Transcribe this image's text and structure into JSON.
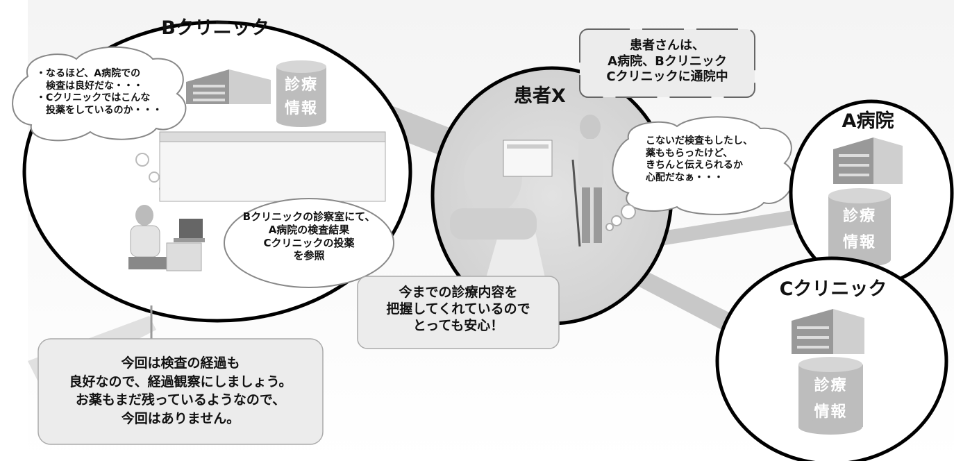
{
  "diagram": {
    "clinic_b": {
      "title": "Bクリニック",
      "thought_bubble_lines": [
        "・なるほど、A病院での",
        "検査は良好だな・・・",
        "・Cクリニックではこんな",
        "投薬をしているのか・・・"
      ],
      "db_label_lines": [
        "診療",
        "情報"
      ],
      "speech_lines": [
        "Bクリニックの診察室にて、",
        "A病院の検査結果",
        "Cクリニックの投薬",
        "を参照"
      ]
    },
    "patient": {
      "title": "患者X",
      "thought_lines": [
        "こないだ検査もしたし、",
        "薬ももらったけど、",
        "きちんと伝えられるか",
        "心配だなぁ・・・"
      ]
    },
    "patient_note_lines": [
      "患者さんは、",
      "A病院、Bクリニック",
      "Cクリニックに通院中"
    ],
    "relief_lines": [
      "今までの診療内容を",
      "把握してくれているので",
      "とっても安心！"
    ],
    "doctor_lines": [
      "今回は検査の経過も",
      "良好なので、経過観察にしましょう。",
      "お薬もまだ残っているようなので、",
      "今回はありません。"
    ],
    "hospital_a": {
      "title": "A病院",
      "db_label_lines": [
        "診療",
        "情報"
      ]
    },
    "clinic_c": {
      "title": "Cクリニック",
      "db_label_lines": [
        "診療",
        "情報"
      ]
    }
  },
  "colors": {
    "band": "#c8c8c8",
    "panel": "#ececec",
    "circle_stroke": "#000000",
    "db_fill": "#bdbdbd"
  }
}
